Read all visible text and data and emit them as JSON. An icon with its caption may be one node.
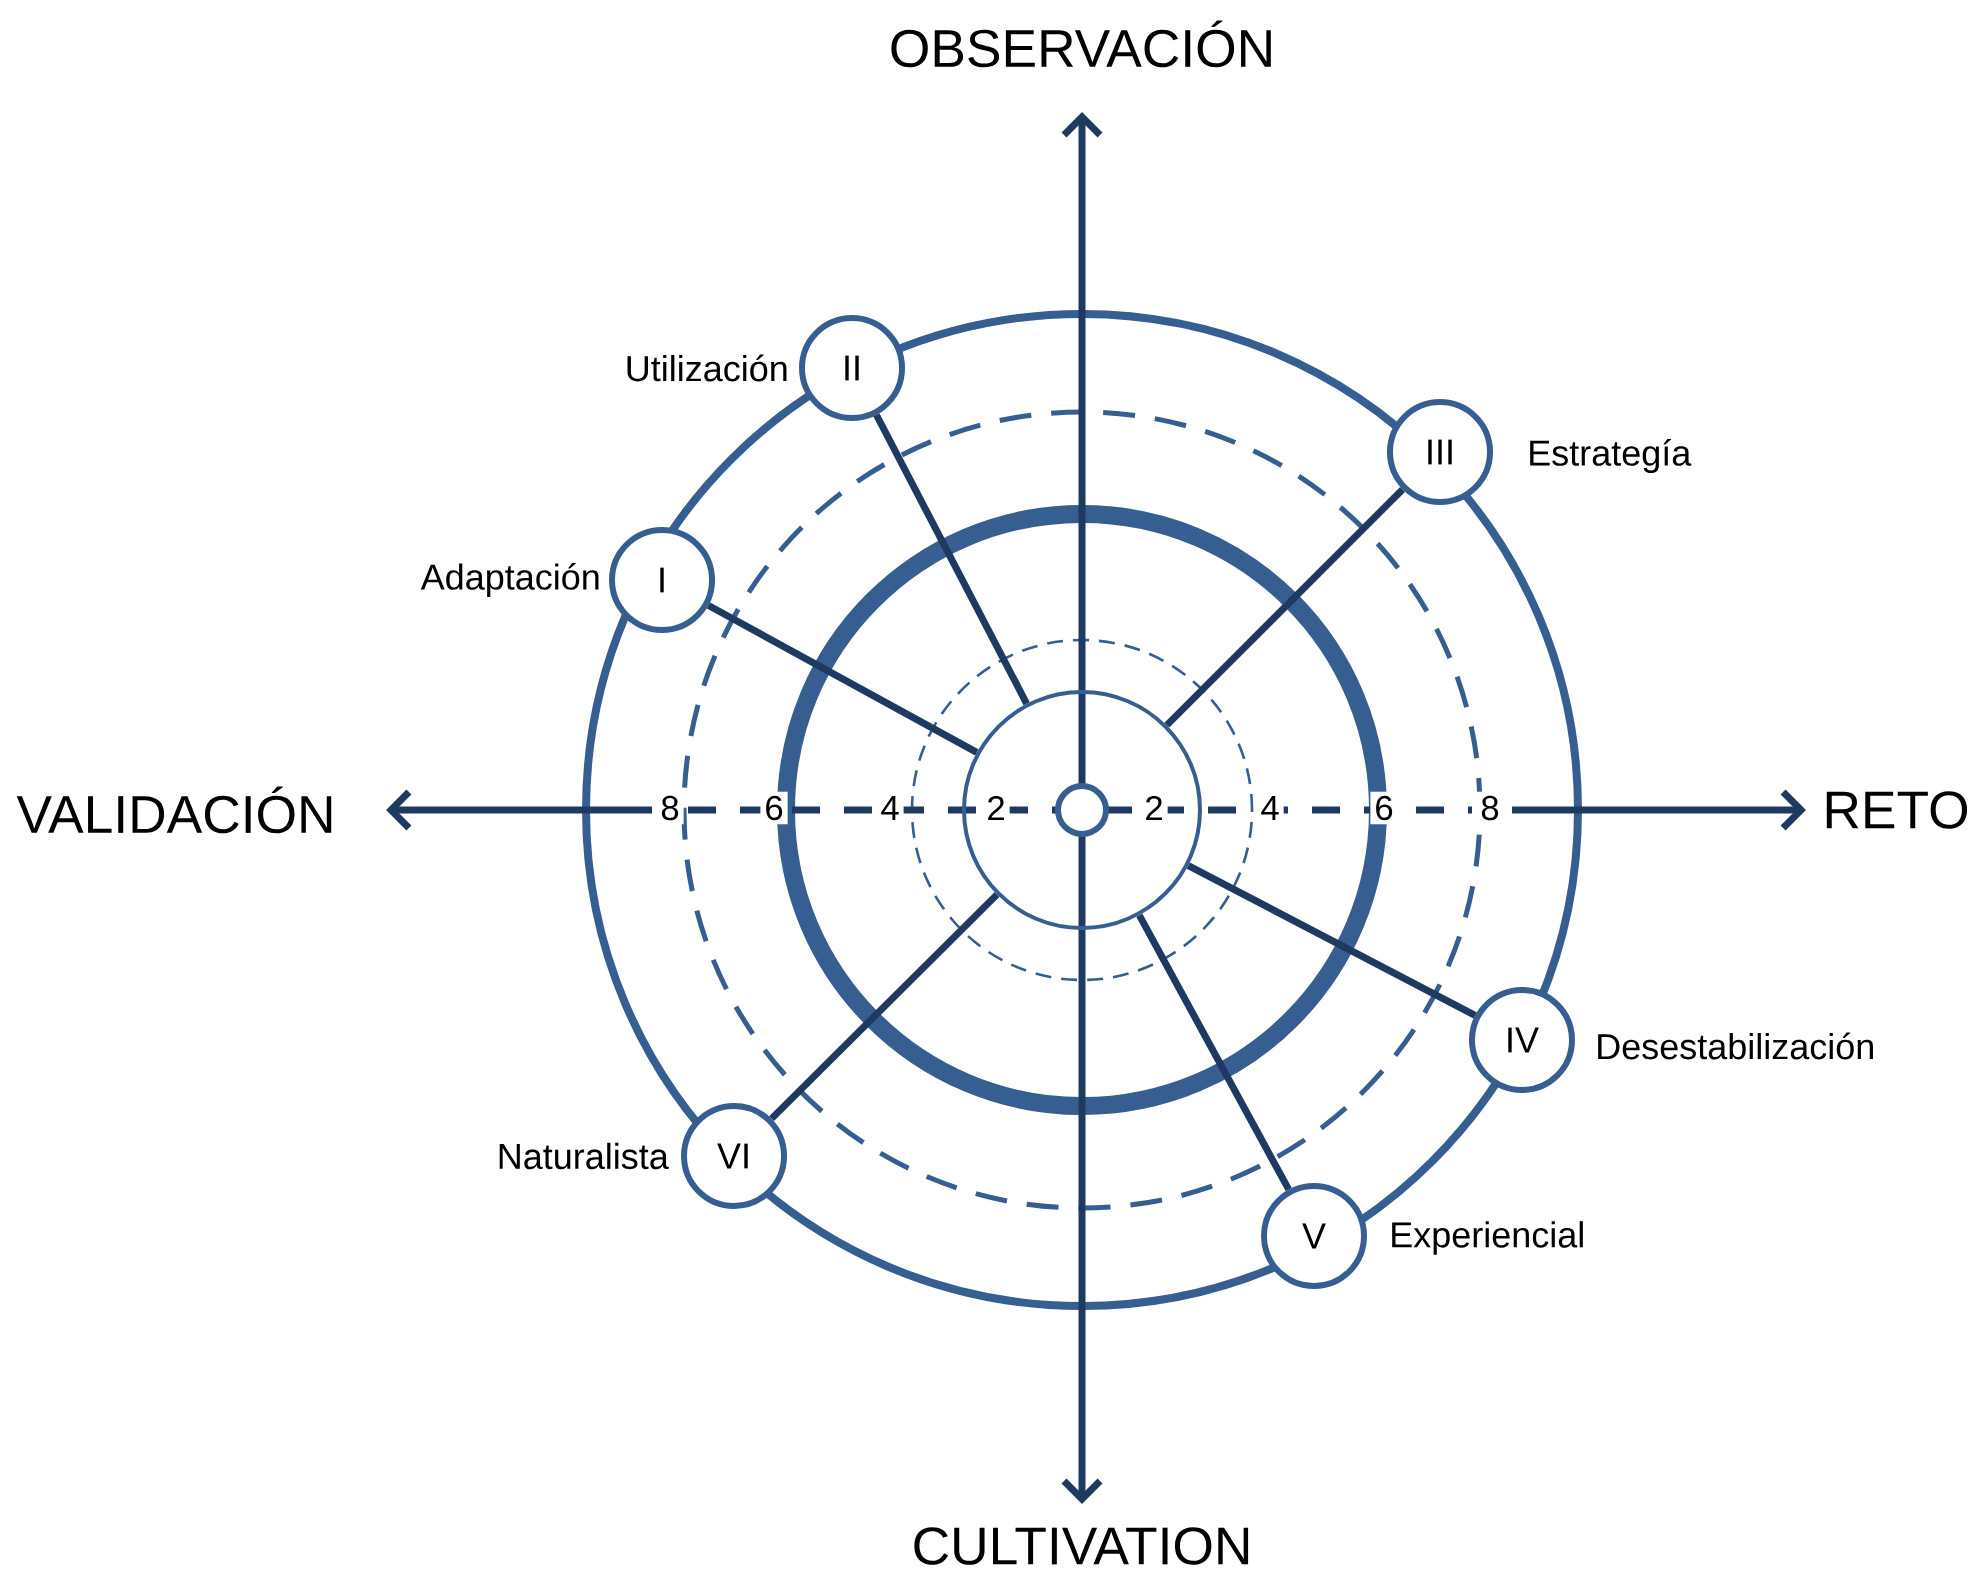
{
  "diagram": {
    "nodes": [
      {
        "text": [
          "I"
        ],
        "beside": [
          "Adaptación"
        ]
      },
      {
        "text": [
          "II"
        ],
        "beside": [
          "Utilización"
        ]
      },
      {
        "text": [
          "III"
        ],
        "beside": [
          "Estrategía"
        ]
      },
      {
        "text": [
          "IV"
        ],
        "beside": [
          "Desestabilización"
        ]
      },
      {
        "text": [
          "V"
        ],
        "beside": [
          "Experiencial"
        ]
      },
      {
        "text": [
          "VI"
        ],
        "beside": [
          "Naturalista"
        ]
      },
      {
        "text": [],
        "shape": "circle"
      }
    ],
    "edges": [
      {
        "from": 0,
        "to": 6,
        "arrow": "none"
      },
      {
        "from": 1,
        "to": 6,
        "arrow": "none"
      },
      {
        "from": 2,
        "to": 6,
        "arrow": "none"
      },
      {
        "from": 3,
        "to": 6,
        "arrow": "none"
      },
      {
        "from": 4,
        "to": 6,
        "arrow": "none"
      },
      {
        "from": 5,
        "to": 6,
        "arrow": "none"
      }
    ],
    "labels": [
      "OBSERVACIÓN",
      "VALIDACIÓN",
      "8",
      "6",
      "4",
      "2",
      "2",
      "4",
      "6",
      "8",
      "RETO",
      "CULTIVATION"
    ]
  }
}
